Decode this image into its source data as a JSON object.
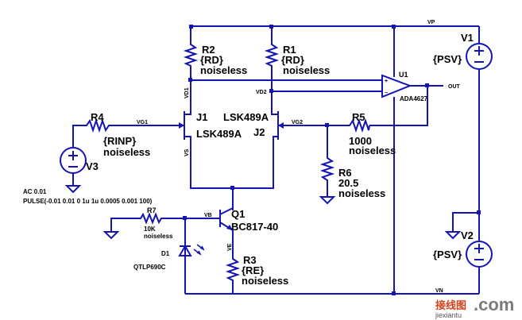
{
  "components": {
    "R2": {
      "ref": "R2",
      "value": "{RD}",
      "model": "noiseless"
    },
    "R1": {
      "ref": "R1",
      "value": "{RD}",
      "model": "noiseless"
    },
    "R4": {
      "ref": "R4",
      "value": "{RINP}",
      "model": "noiseless"
    },
    "R5": {
      "ref": "R5",
      "value": "1000",
      "model": "noiseless"
    },
    "R6": {
      "ref": "R6",
      "value": "20.5",
      "model": "noiseless"
    },
    "R7": {
      "ref": "R7",
      "value": "10K",
      "model": "noiseless"
    },
    "R3": {
      "ref": "R3",
      "value": "{RE}",
      "model": "noiseless"
    },
    "J1": {
      "ref": "J1",
      "model": "LSK489A"
    },
    "J2": {
      "ref": "J2",
      "model": "LSK489A"
    },
    "Q1": {
      "ref": "Q1",
      "model": "BC817-40"
    },
    "U1": {
      "ref": "U1",
      "model": "ADA4627"
    },
    "D1": {
      "ref": "D1",
      "model": "QTLP690C"
    },
    "V1": {
      "ref": "V1",
      "value": "{PSV}"
    },
    "V2": {
      "ref": "V2",
      "value": "{PSV}"
    },
    "V3": {
      "ref": "V3",
      "ac": "AC 0.01",
      "pulse": "PULSE(-0.01 0.01 0 1u 1u 0.0005 0.001 100)"
    }
  },
  "nets": {
    "vp": "VP",
    "vn": "VN",
    "out": "OUT",
    "vd1": "VD1",
    "vd2": "VD2",
    "vg1": "VG1",
    "vg2": "VG2",
    "vs": "VS",
    "vb": "VB",
    "ve": "VE"
  },
  "watermark": {
    "cn": "接线图",
    "com": ".com",
    "site": "jiexiantu"
  },
  "colors": {
    "wire": "#1414b4",
    "text": "#000000",
    "watermark_red": "#d0421b"
  }
}
